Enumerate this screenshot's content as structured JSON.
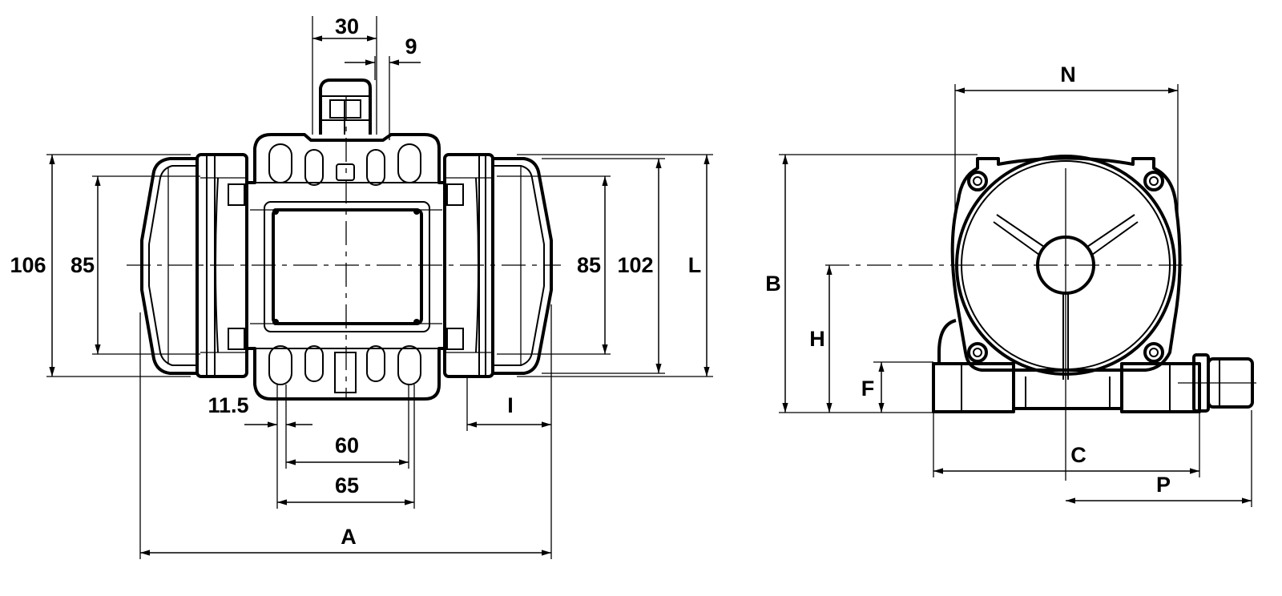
{
  "front_view": {
    "dim_gland_spacing": "30",
    "dim_gland_offset": "9",
    "dim_height_overall": "106",
    "dim_height_inner_left": "85",
    "dim_height_inner_right": "85",
    "dim_height_cap": "102",
    "dim_L": "L",
    "dim_slot": "11.5",
    "dim_I": "I",
    "dim_hole_spacing": "60",
    "dim_foot_width": "65",
    "dim_A": "A"
  },
  "side_view": {
    "dim_N": "N",
    "dim_B": "B",
    "dim_H": "H",
    "dim_F": "F",
    "dim_C": "C",
    "dim_P": "P"
  }
}
